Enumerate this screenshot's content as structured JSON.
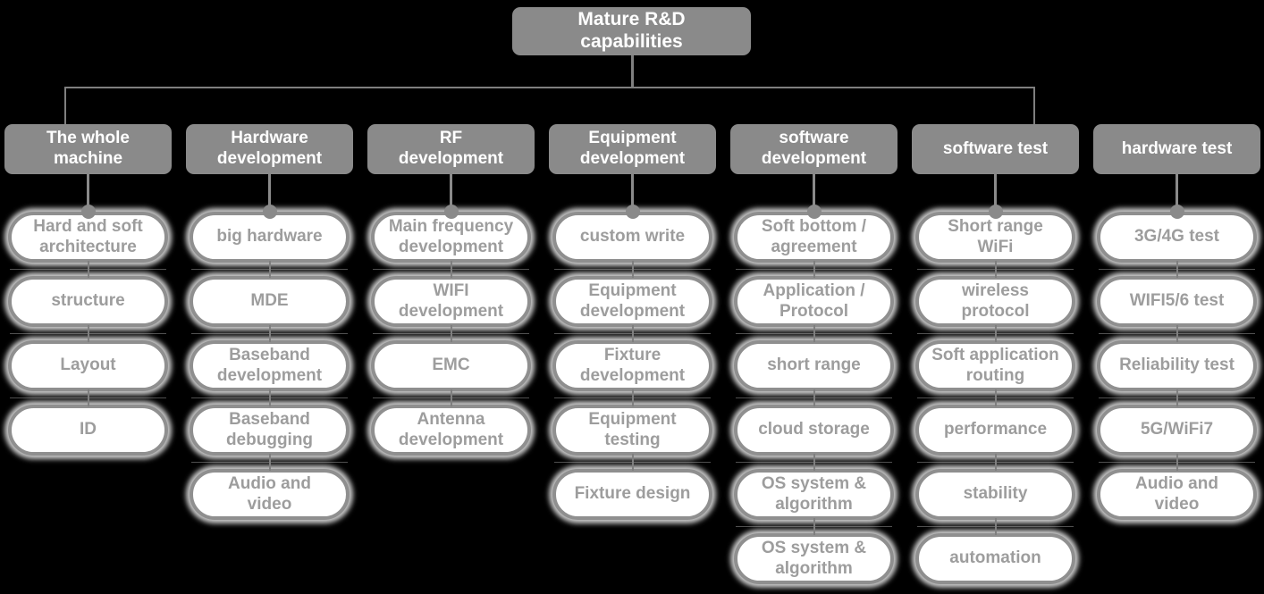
{
  "root": {
    "label": "Mature R&D\ncapabilities"
  },
  "colors": {
    "background": "#000000",
    "box_gray": "#8a8a8a",
    "connector_gray": "#7f7f7f",
    "pill_border": "#8f8f8f",
    "pill_fill": "#ffffff",
    "pill_text": "#9d9d9d",
    "header_text": "#ffffff"
  },
  "columns": [
    {
      "header": "The whole\nmachine",
      "items": [
        "Hard and soft\narchitecture",
        "structure",
        "Layout",
        "ID"
      ]
    },
    {
      "header": "Hardware\ndevelopment",
      "items": [
        "big hardware",
        "MDE",
        "Baseband\ndevelopment",
        "Baseband\ndebugging",
        "Audio and\nvideo"
      ]
    },
    {
      "header": "RF\ndevelopment",
      "items": [
        "Main frequency\ndevelopment",
        "WIFI\ndevelopment",
        "EMC",
        "Antenna\ndevelopment"
      ]
    },
    {
      "header": "Equipment\ndevelopment",
      "items": [
        "custom write",
        "Equipment\ndevelopment",
        "Fixture\ndevelopment",
        "Equipment\ntesting",
        "Fixture design"
      ]
    },
    {
      "header": "software\ndevelopment",
      "items": [
        "Soft bottom /\nagreement",
        "Application /\nProtocol",
        "short range",
        "cloud storage",
        "OS system &\nalgorithm",
        "OS system &\nalgorithm"
      ]
    },
    {
      "header": "software test",
      "items": [
        "Short range\nWiFi",
        "wireless\nprotocol",
        "Soft application\nrouting",
        "performance",
        "stability",
        "automation"
      ]
    },
    {
      "header": "hardware test",
      "items": [
        "3G/4G test",
        "WIFI5/6 test",
        "Reliability test",
        "5G/WiFi7",
        "Audio and\nvideo"
      ]
    }
  ]
}
